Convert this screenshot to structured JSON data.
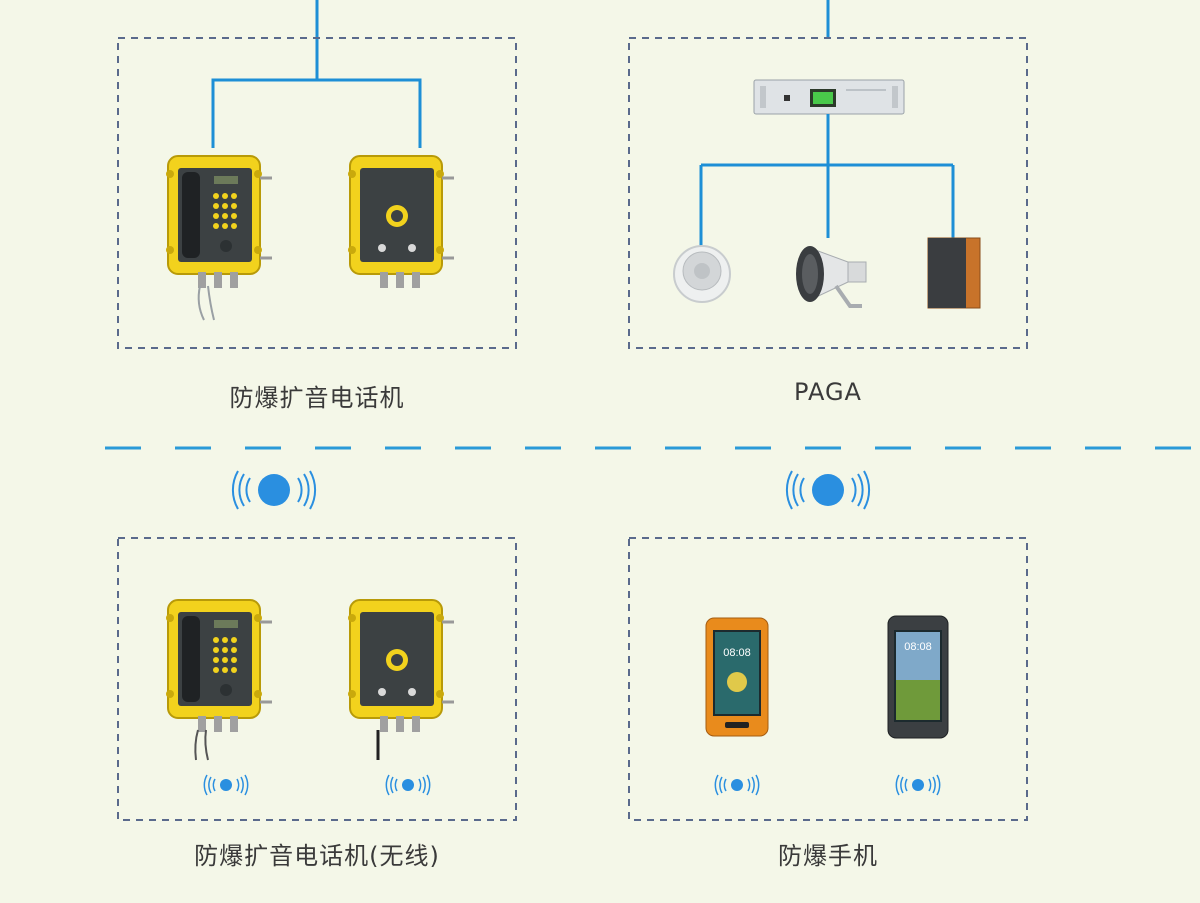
{
  "groups": [
    {
      "caption": "防爆扩音电话机"
    },
    {
      "caption": "PAGA"
    },
    {
      "caption": "防爆扩音电话机(无线)"
    },
    {
      "caption": "防爆手机"
    }
  ],
  "phones": [
    {
      "clock": "08:08"
    },
    {
      "clock": "08:08"
    }
  ],
  "colors": {
    "background": "#f4f7e8",
    "connector": "#1d8fd6",
    "dashed_box": "#5a6a8c",
    "divider": "#2a9ad8",
    "phone_yellow": "#f2d21d",
    "wireless_dot": "#2a8fe0"
  }
}
